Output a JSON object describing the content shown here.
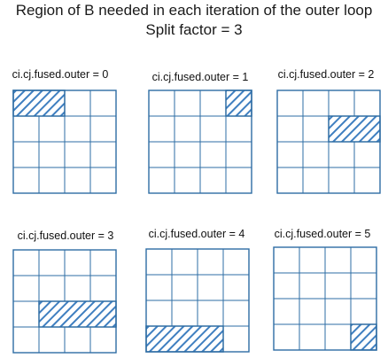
{
  "title_line1": "Region of B needed in each iteration of the outer loop",
  "title_line2": "Split factor = 3",
  "colors": {
    "grid": "#2e6da4",
    "hatch": "#3f7fc0"
  },
  "panels": [
    {
      "label": "ci.cj.fused.outer = 0",
      "highlight_rows": [
        0
      ],
      "highlight_cols": [
        0,
        1
      ]
    },
    {
      "label": "ci.cj.fused.outer = 1",
      "highlight_rows": [
        0
      ],
      "highlight_cols": [
        3
      ]
    },
    {
      "label": "ci.cj.fused.outer = 2",
      "highlight_rows": [
        1
      ],
      "highlight_cols": [
        2,
        3
      ]
    },
    {
      "label": "ci.cj.fused.outer = 3",
      "highlight_rows": [
        2
      ],
      "highlight_cols": [
        1,
        2,
        3
      ]
    },
    {
      "label": "ci.cj.fused.outer = 4",
      "highlight_rows": [
        3
      ],
      "highlight_cols": [
        0,
        1,
        2
      ]
    },
    {
      "label": "ci.cj.fused.outer = 5",
      "highlight_rows": [
        3
      ],
      "highlight_cols": [
        3
      ]
    }
  ]
}
